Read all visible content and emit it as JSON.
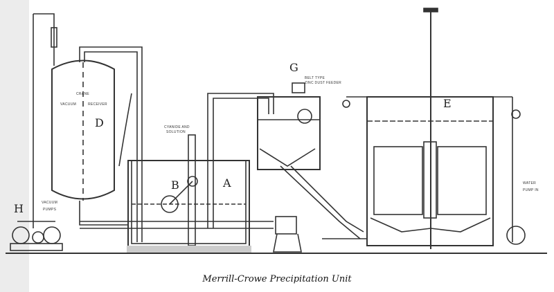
{
  "caption": "Merrill-Crowe Precipitation Unit",
  "labels": {
    "A": "A",
    "B": "B",
    "D": "D",
    "E": "E",
    "G": "G",
    "H": "H"
  },
  "notes": {
    "receiver_top": "CRANE",
    "receiver_left": "VACUUM",
    "receiver_right": "RECEIVER",
    "pumps_1": "VACUUM",
    "pumps_2": "PUMPS",
    "solution_1": "CYANIDE AND",
    "solution_2": "SOLUTION",
    "feeder_1": "BELT TYPE",
    "feeder_2": "ZINC DUST FEEDER",
    "water_1": "WATER",
    "water_2": "PUMP IN"
  }
}
